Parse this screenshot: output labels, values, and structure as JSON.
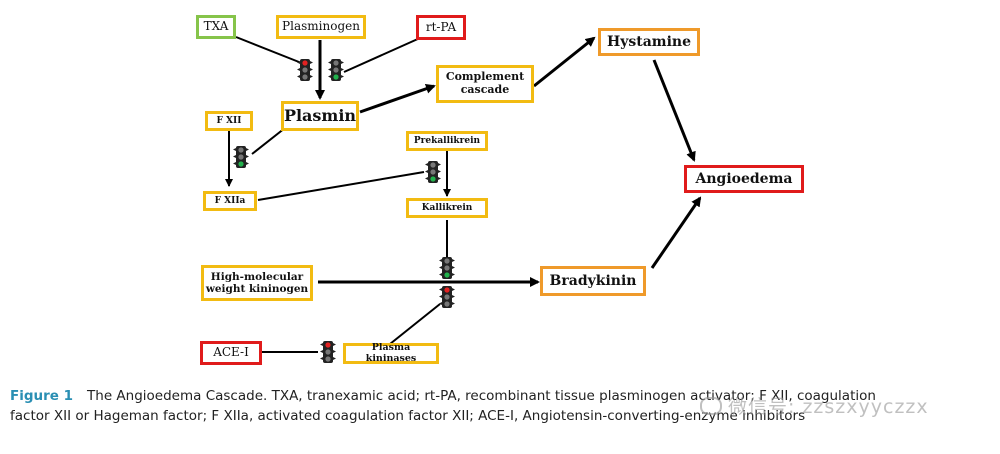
{
  "diagram": {
    "nodes": {
      "txa": "TXA",
      "plasminogen": "Plasminogen",
      "rtpa": "rt-PA",
      "hystamine": "Hystamine",
      "complement_1": "Complement",
      "complement_2": "cascade",
      "plasmin": "Plasmin",
      "fxii": "F XII",
      "prekallikrein": "Prekallikrein",
      "angioedema": "Angioedema",
      "fxiia": "F XIIa",
      "kallikrein": "Kallikrein",
      "hmwk_1": "High-molecular",
      "hmwk_2": "weight kininogen",
      "bradykinin": "Bradykinin",
      "acei": "ACE-I",
      "plasma_kininases": "Plasma kininases"
    },
    "traffic_lights": [
      {
        "name": "txa-plasmin-light",
        "lit": "red"
      },
      {
        "name": "rtpa-plasmin-light",
        "lit": "green"
      },
      {
        "name": "fxii-activation-light",
        "lit": "green"
      },
      {
        "name": "prekallikrein-activation-light",
        "lit": "green"
      },
      {
        "name": "hmwk-kallikrein-light",
        "lit": "green"
      },
      {
        "name": "bradykinin-degradation-light",
        "lit": "red"
      },
      {
        "name": "acei-kininases-light",
        "lit": "red"
      }
    ],
    "colors": {
      "yellow_border": "#f2bb12",
      "green_border": "#86c44a",
      "red_border": "#e01b1b",
      "orange_border": "#ef9a2a",
      "caption_label": "#2a8fb3",
      "light_red": "#e32222",
      "light_green": "#22b14c"
    }
  },
  "caption": {
    "label": "Figure 1",
    "line1": "The Angioedema Cascade. TXA, tranexamic acid; rt-PA, recombinant tissue plasminogen activator; F XII, coagulation",
    "line2": "factor XII or Hageman factor; F XIIa, activated coagulation factor XII; ACE-I, Angiotensin-converting-enzyme inhibitors"
  },
  "watermark": "微信号: zzszxyyczzx"
}
